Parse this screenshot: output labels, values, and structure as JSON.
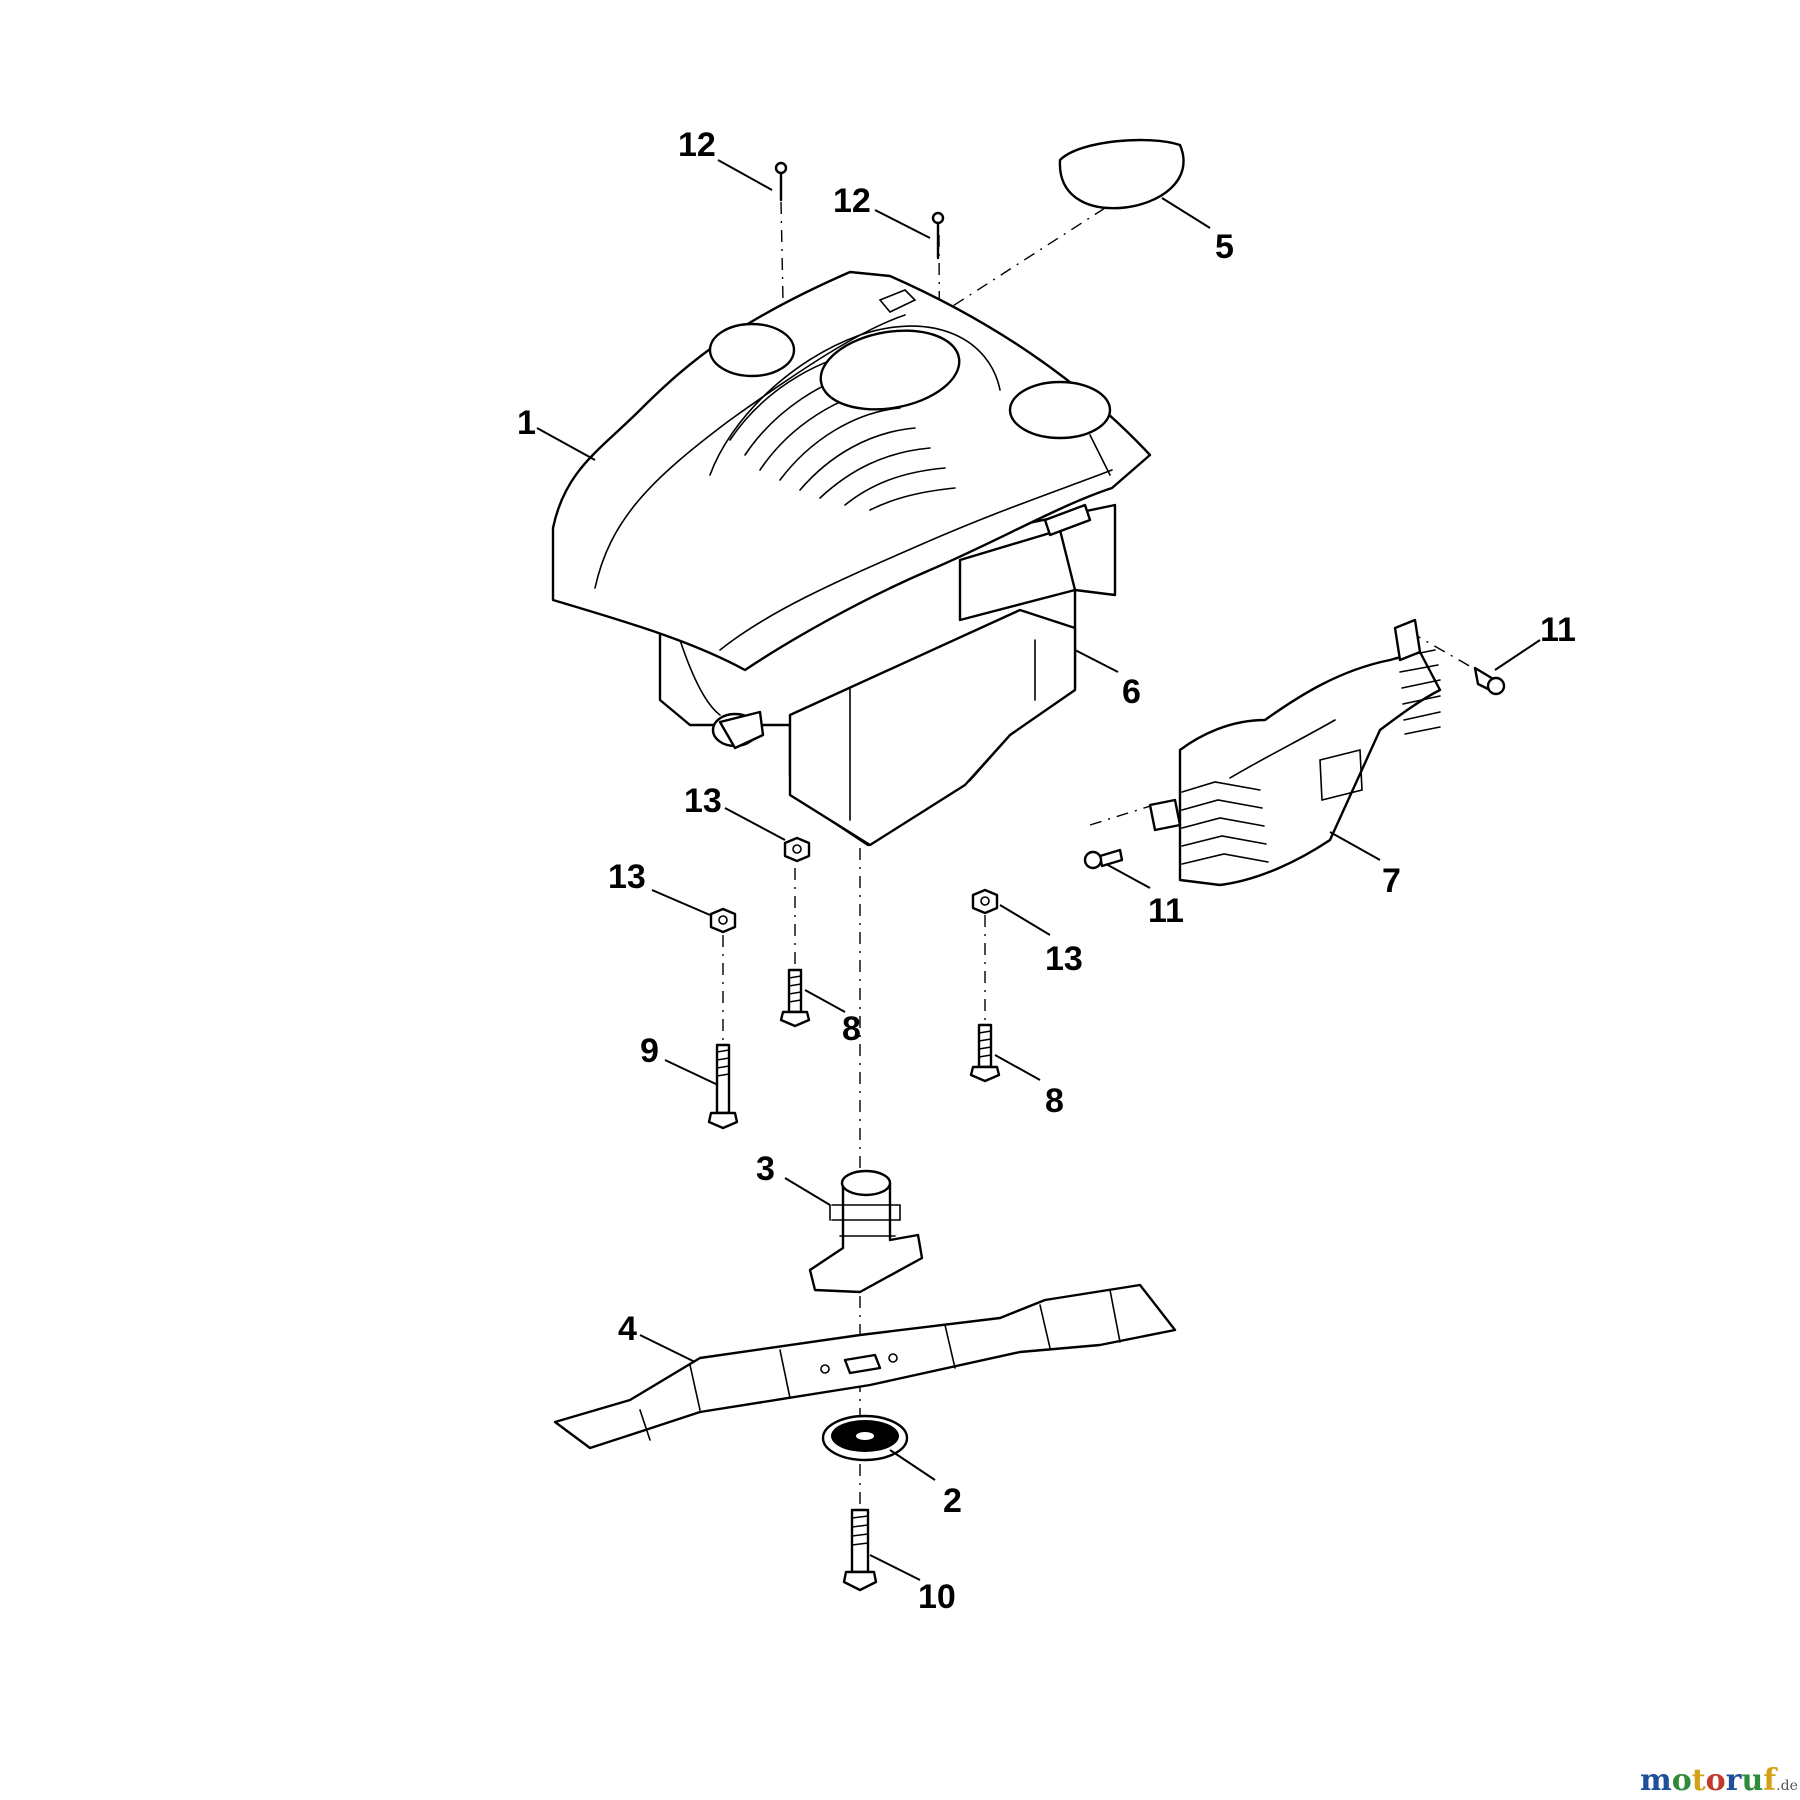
{
  "diagram": {
    "parts": [
      {
        "id": "engine-cover",
        "callout": "1"
      },
      {
        "id": "blade-washer",
        "callout": "2"
      },
      {
        "id": "blade-adapter",
        "callout": "3"
      },
      {
        "id": "cutting-blade",
        "callout": "4"
      },
      {
        "id": "cover-label",
        "callout": "5"
      },
      {
        "id": "engine-block",
        "callout": "6"
      },
      {
        "id": "exhaust-guard",
        "callout": "7"
      },
      {
        "id": "engine-bolt-a",
        "callout": "8"
      },
      {
        "id": "engine-bolt-b",
        "callout": "8"
      },
      {
        "id": "long-bolt",
        "callout": "9"
      },
      {
        "id": "blade-bolt",
        "callout": "10"
      },
      {
        "id": "guard-screw-top",
        "callout": "11"
      },
      {
        "id": "guard-screw-bottom",
        "callout": "11"
      },
      {
        "id": "cover-screw-left",
        "callout": "12"
      },
      {
        "id": "cover-screw-right",
        "callout": "12"
      },
      {
        "id": "nut-center",
        "callout": "13"
      },
      {
        "id": "nut-left",
        "callout": "13"
      },
      {
        "id": "nut-right",
        "callout": "13"
      }
    ]
  },
  "watermark": {
    "segments": [
      {
        "text": "m",
        "color": "#1f4e9a"
      },
      {
        "text": "o",
        "color": "#2e8b3a"
      },
      {
        "text": "t",
        "color": "#d4a017"
      },
      {
        "text": "o",
        "color": "#c0392b"
      },
      {
        "text": "r",
        "color": "#1f4e9a"
      },
      {
        "text": "u",
        "color": "#2e8b3a"
      },
      {
        "text": "f",
        "color": "#d4a017"
      }
    ],
    "suffix": ".de"
  }
}
